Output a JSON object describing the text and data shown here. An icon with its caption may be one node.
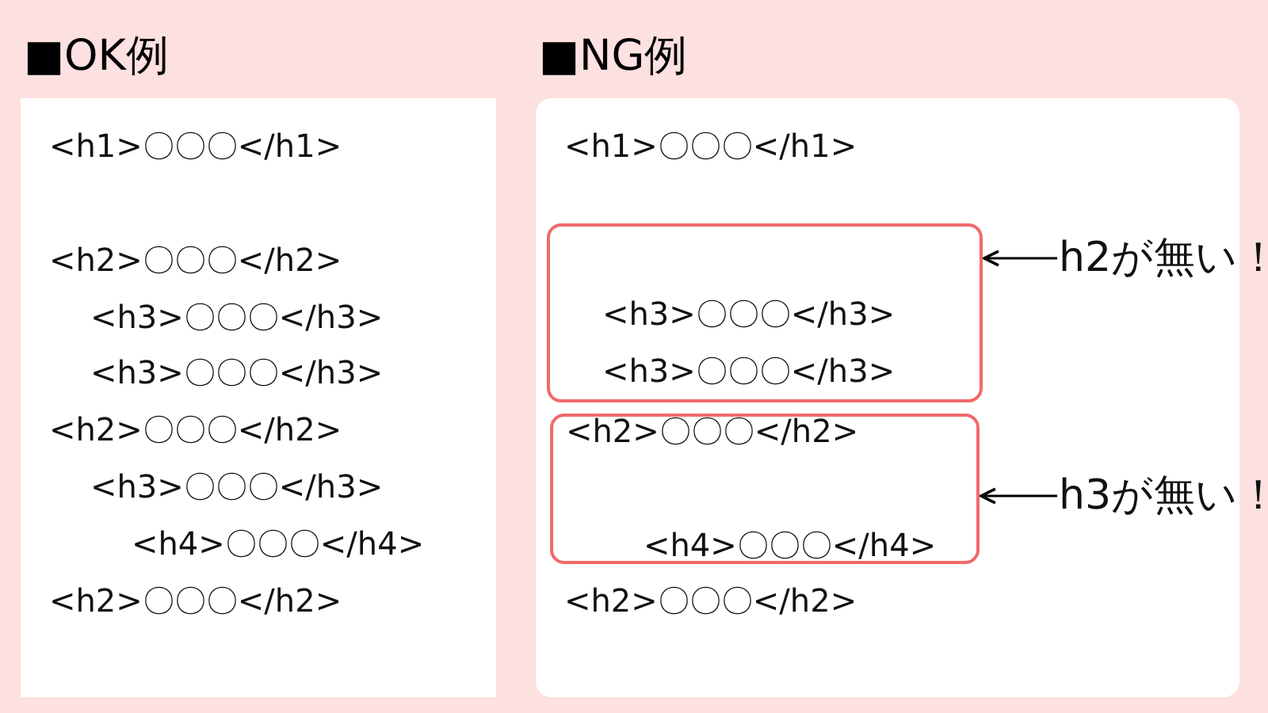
{
  "diagram": {
    "nodes": [
      {
        "text": [
          "■OK例",
          "<h1>〇〇〇</h1>",
          "<h2>〇〇〇</h2>",
          "<h3>〇〇〇</h3>",
          "<h3>〇〇〇</h3>",
          "<h2>〇〇〇</h2>",
          "<h3>〇〇〇</h3>",
          "<h4>〇〇〇</h4>",
          "<h2>〇〇〇</h2>"
        ]
      },
      {
        "text": [
          "■NG例",
          "<h1>〇〇〇</h1>",
          "<h2>〇〇〇</h2>"
        ]
      },
      {
        "text": [
          "<h3>〇〇〇</h3>",
          "<h3>〇〇〇</h3>"
        ],
        "in": 1
      },
      {
        "text": [
          "<h2>〇〇〇</h2>",
          "<h4>〇〇〇</h4>"
        ],
        "in": 1
      },
      {
        "text": [
          "h2が無い！"
        ]
      },
      {
        "text": [
          "h3が無い！"
        ]
      }
    ],
    "edges": [
      {
        "from": 4,
        "to": 2,
        "arrow": "to"
      },
      {
        "from": 5,
        "to": 3,
        "arrow": "to"
      }
    ]
  }
}
